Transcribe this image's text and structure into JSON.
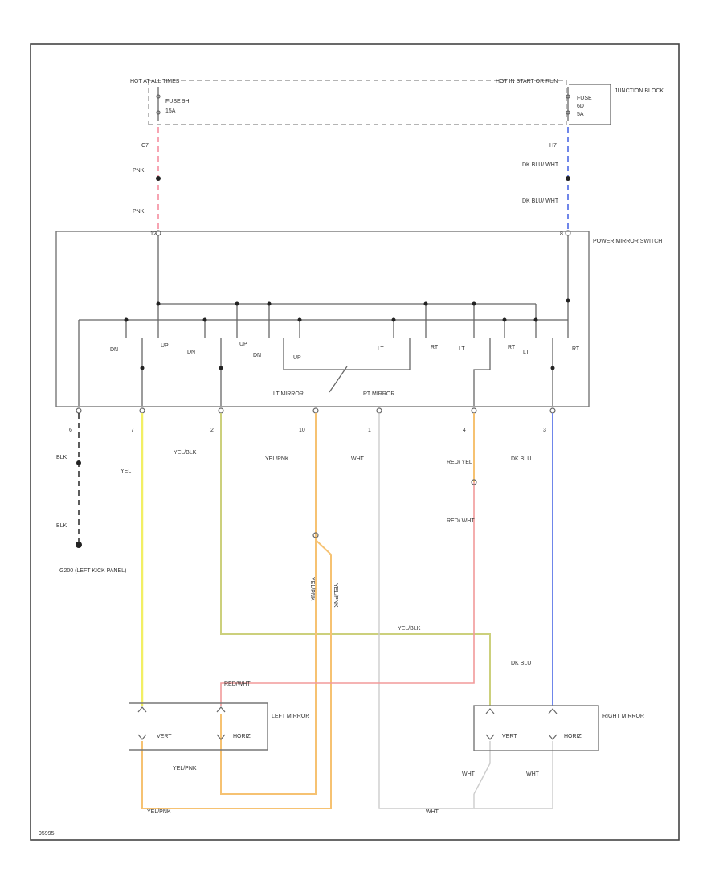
{
  "colors": {
    "pink": "#f7a4b2",
    "dk_blu": "#6f86ea",
    "yel": "#f2ef63",
    "yel_blk": "#ccd07c",
    "yel_pnk": "#f6c272",
    "red_wht": "#f29a9a",
    "wht": "#cccccc",
    "blk": "#333333",
    "frame": "#444444"
  },
  "header": {
    "left_fuse_source": "HOT AT ALL TIMES",
    "right_fuse_source": "HOT IN START OR RUN",
    "left_fuse_label": "FUSE 9H",
    "left_fuse_rating": "15A",
    "right_fuse_label": "FUSE",
    "right_fuse_num": "6D",
    "right_fuse_rating": "5A",
    "junction_block": "JUNCTION BLOCK"
  },
  "wires": {
    "left_feed_pin": "C7",
    "left_feed_color_1": "PNK",
    "left_feed_color_2": "PNK",
    "right_feed_pin": "H7",
    "right_feed_color_1": "DK BLU/ WHT",
    "right_feed_color_2": "DK BLU/ WHT",
    "ground_color_1": "BLK",
    "ground_color_2": "BLK",
    "ground_label": "G200 (LEFT KICK PANEL)",
    "yel": "YEL",
    "yel_blk_1": "YEL/BLK",
    "yel_blk_2": "YEL/BLK",
    "yel_pnk_1": "YEL/PNK",
    "yel_pnk_2": "YEL/PNK",
    "yel_pnk_3": "YEL/PNK",
    "yel_pnk_4": "YEL/PNK",
    "yel_pnk_5": "YEL/PNK",
    "wht_1": "WHT",
    "wht_2": "WHT",
    "wht_3": "WHT",
    "wht_4": "WHT",
    "red_yel": "RED/ YEL",
    "red_wht_1": "RED/ WHT",
    "red_wht_2": "RED/WHT",
    "dk_blu_1": "DK BLU",
    "dk_blu_2": "DK BLU"
  },
  "switch": {
    "name": "POWER MIRROR SWITCH",
    "left_pin": "12",
    "right_pin": "8",
    "lt_mirror": "LT MIRROR",
    "rt_mirror": "RT MIRROR",
    "contacts": [
      "DN",
      "UP",
      "DN",
      "UP",
      "DN",
      "UP",
      "LT",
      "RT",
      "LT",
      "RT",
      "LT",
      "RT"
    ],
    "pins_bottom": [
      "6",
      "7",
      "2",
      "10",
      "1",
      "4",
      "3"
    ]
  },
  "mirrors": {
    "left": "LEFT MIRROR",
    "right": "RIGHT MIRROR",
    "left_vert": "VERT",
    "left_horiz": "HORIZ",
    "right_vert": "VERT",
    "right_horiz": "HORIZ"
  },
  "footer": {
    "code": "95995"
  }
}
